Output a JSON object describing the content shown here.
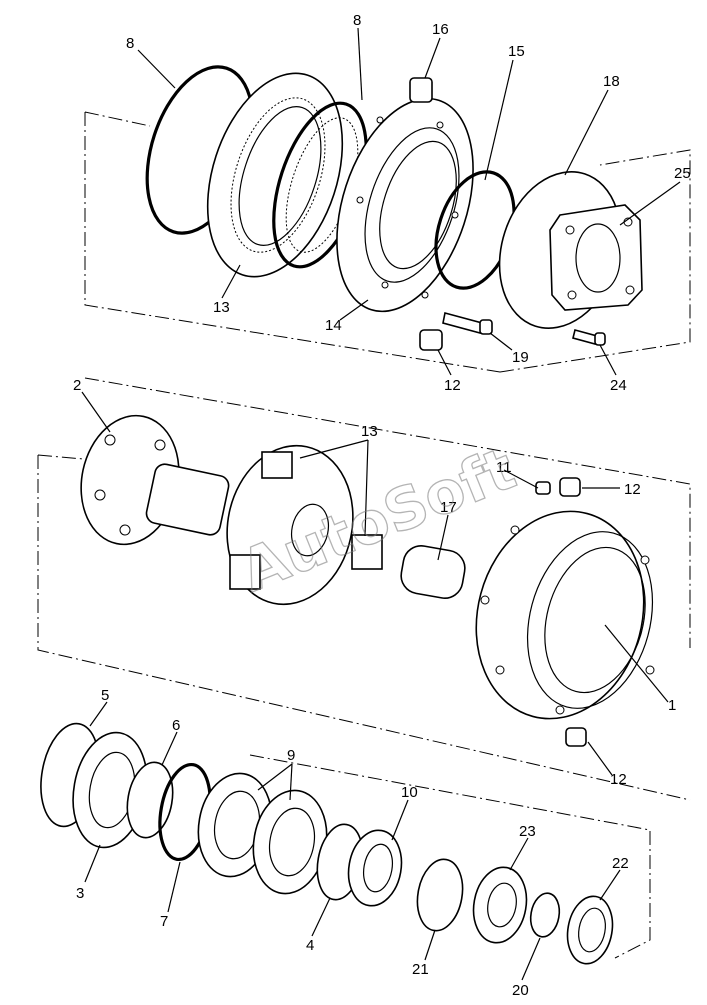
{
  "watermark": "AutoSoft",
  "callouts": {
    "c8a": "8",
    "c8b": "8",
    "c16": "16",
    "c15": "15",
    "c18": "18",
    "c25": "25",
    "c13a": "13",
    "c14": "14",
    "c19": "19",
    "c12a": "12",
    "c24": "24",
    "c2": "2",
    "c13b": "13",
    "c11": "11",
    "c12b": "12",
    "c17": "17",
    "c1": "1",
    "c12c": "12",
    "c5": "5",
    "c6": "6",
    "c9": "9",
    "c10": "10",
    "c23": "23",
    "c22": "22",
    "c3": "3",
    "c7": "7",
    "c4": "4",
    "c21": "21",
    "c20": "20"
  }
}
